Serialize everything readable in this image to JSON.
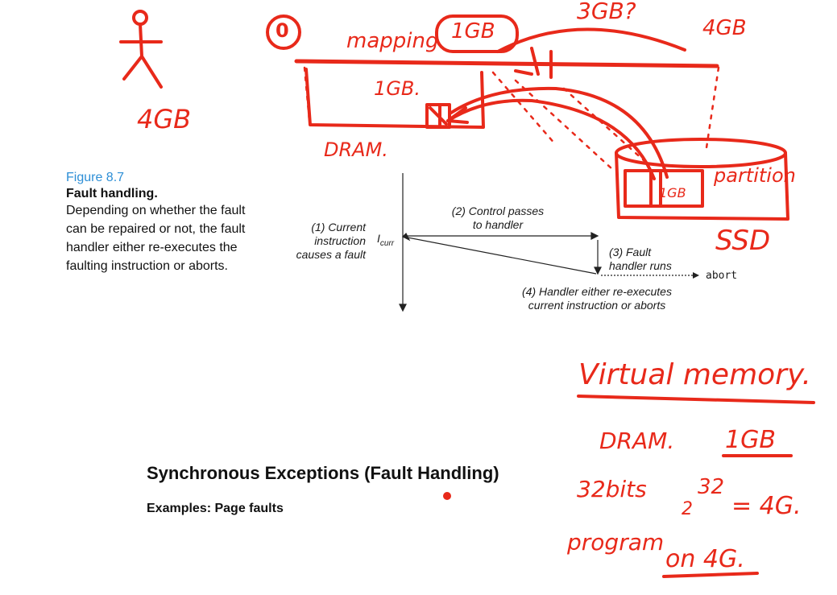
{
  "figure": {
    "label": "Figure 8.7",
    "title": "Fault  handling.",
    "body": "Depending on whether the fault can be repaired or not, the fault handler either re-executes the faulting instruction or aborts."
  },
  "diagram": {
    "step1": "(1) Current instruction causes a fault",
    "step1_lines": [
      "(1) Current",
      "instruction",
      "causes a fault"
    ],
    "icurr_main": "I",
    "icurr_sub": "curr",
    "step2_lines": [
      "(2) Control passes",
      "to handler"
    ],
    "step3_lines": [
      "(3) Fault",
      "handler runs"
    ],
    "abort": "abort",
    "step4_lines": [
      "(4) Handler either re-executes",
      "current instruction or aborts"
    ]
  },
  "slide": {
    "title": "Synchronous Exceptions (Fault Handling)",
    "subtitle": "Examples: Page faults"
  },
  "annotations": {
    "person_size": "4GB",
    "circle_zero": "0",
    "mapping": "mapping",
    "mapping_box": "1GB",
    "question": "3GB?",
    "top_right": "4GB",
    "dram_inner": "1GB.",
    "dram_label": "DRAM.",
    "partition": "partition",
    "ssd_block": "1GB",
    "ssd_label": "SSD",
    "virtual_memory": "Virtual memory.",
    "dram_size_label": "DRAM.",
    "dram_size_value": "1GB",
    "bits": "32bits",
    "pow_base": "2",
    "pow_exp": "32",
    "pow_result": "= 4G.",
    "program": "program",
    "on_4g": "on 4G."
  },
  "colors": {
    "ink": "#e8291a",
    "figure_label": "#2e8fd6",
    "text": "#111111"
  }
}
